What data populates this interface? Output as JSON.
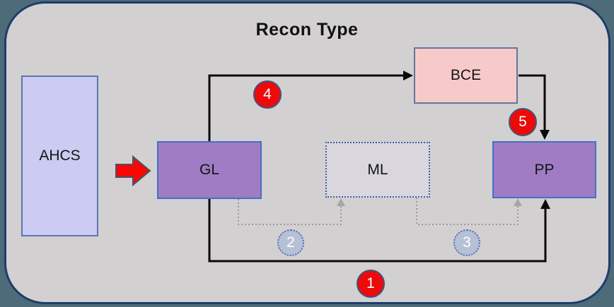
{
  "diagram": {
    "title": "Recon Type",
    "nodes": {
      "ahcs": {
        "label": "AHCS",
        "fill": "#ccccf2"
      },
      "gl": {
        "label": "GL",
        "fill": "#a07cc4"
      },
      "ml": {
        "label": "ML",
        "fill": "#d9d6de",
        "border_style": "dotted"
      },
      "pp": {
        "label": "PP",
        "fill": "#a07cc4"
      },
      "bce": {
        "label": "BCE",
        "fill": "#f7caca"
      }
    },
    "badges": {
      "b1": "1",
      "b2": "2",
      "b3": "3",
      "b4": "4",
      "b5": "5"
    },
    "edges": [
      {
        "from": "AHCS",
        "to": "GL",
        "style": "red-block-arrow"
      },
      {
        "from": "GL",
        "to": "BCE",
        "style": "solid-black",
        "step": "4"
      },
      {
        "from": "BCE",
        "to": "PP",
        "style": "solid-black",
        "step": "5"
      },
      {
        "from": "GL",
        "to": "PP",
        "style": "solid-black-bottom",
        "step": "1"
      },
      {
        "from": "GL",
        "to": "ML",
        "style": "dotted-gray",
        "step": "2"
      },
      {
        "from": "ML",
        "to": "PP",
        "style": "dotted-gray",
        "step": "3"
      }
    ],
    "colors": {
      "canvas_fill": "#d2d0d0",
      "canvas_border": "#1e3c6e",
      "outside_background": "#4e6b79",
      "step_badge_red": "#ee0a0a",
      "step_badge_gray": "#b6c0d6",
      "solid_edge": "#0a0a0a",
      "dotted_edge": "#9a9a9a",
      "block_arrow_red": "#fb0505"
    }
  }
}
